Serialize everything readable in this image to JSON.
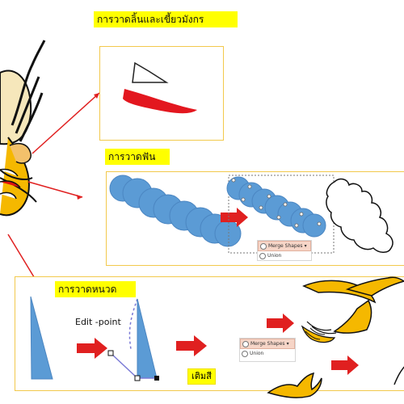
{
  "labels": {
    "tongue_fangs": "การวาดลิ้นและเขี้ยวมังกร",
    "teeth": "การวาดฟัน",
    "whiskers": "การวาดหนวด",
    "edit_point": "Edit -point",
    "fill_color": "เติมสี"
  },
  "merge_menu": {
    "merge_label": "Merge Shapes",
    "union_label": "Union"
  },
  "colors": {
    "accent_red": "#e02020",
    "shape_blue": "#5b9bd5",
    "label_yellow": "#ffff00",
    "panel_border": "#f2c94c",
    "dragon_gold": "#f5b800"
  },
  "icons": {
    "arrow": "right-arrow-icon",
    "merge": "merge-shapes-icon",
    "union": "union-icon"
  }
}
